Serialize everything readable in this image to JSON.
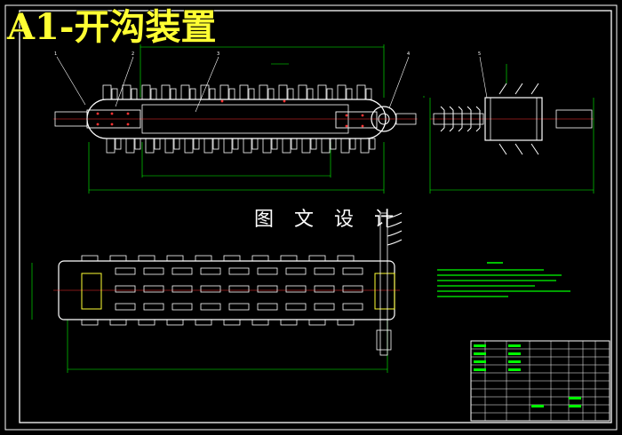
{
  "title": "A1-开沟装置",
  "watermark": "图 文 设 计",
  "callouts": [
    "1",
    "2",
    "3",
    "4",
    "5"
  ],
  "colors": {
    "background": "#000000",
    "frame": "#ffffff",
    "geometry": "#ffffff",
    "dimension": "#00ff00",
    "centerline": "#ff3333",
    "notes": "#00ff00",
    "title": "#ffff33"
  },
  "icons": {
    "sprocket": "sprocket-icon",
    "chain": "chain-icon",
    "blade": "blade-icon"
  }
}
